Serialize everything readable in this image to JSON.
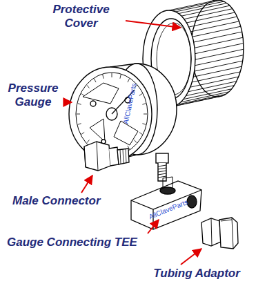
{
  "diagram": {
    "labels": [
      "Protective Cover",
      "Pressure Gauge",
      "Male Connector",
      "Gauge Connecting TEE",
      "Tubing Adaptor",
      "AllClaveParts",
      "AllClaveParts"
    ]
  }
}
